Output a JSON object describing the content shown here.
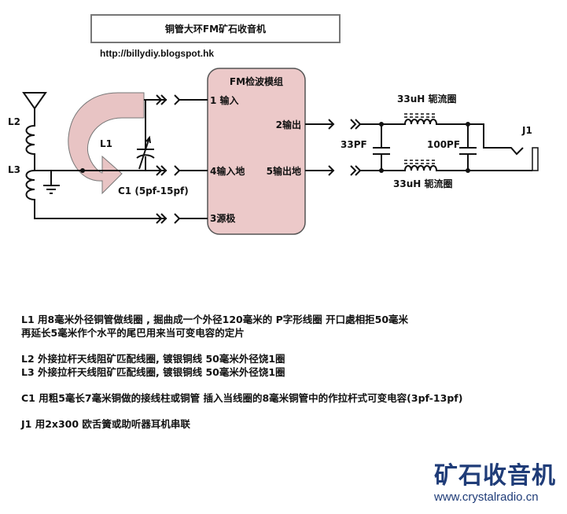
{
  "header": {
    "title": "铜管大环FM矿石收音机",
    "url": "http://billydiy.blogspot.hk"
  },
  "diagram": {
    "module": {
      "title": "FM检波模组",
      "pins": {
        "p1": "1 输入",
        "p4": "4输入地",
        "p3": "3源极",
        "p2": "2输出",
        "p5": "5输出地"
      }
    },
    "labels": {
      "l1": "L1",
      "l2": "L2",
      "l3": "L3",
      "c1": "C1 (5pf-15pf)",
      "choke_top": "33uH 轭流圈",
      "choke_bottom": "33uH 轭流圈",
      "cap_left": "33PF",
      "cap_right": "100PF",
      "j1": "J1"
    },
    "colors": {
      "module_fill": "#ecc9c9",
      "arrow_fill": "#e8c4c4",
      "logo": "#1f3c78"
    }
  },
  "notes": [
    "L1 用8毫米外径铜管做线圈 , 掘曲成一个外径120毫米的 P字形线圈 开口處相拒50毫米",
    "再延长5毫米作个水平的尾巴用来当可变电容的定片",
    "L2 外接拉杆天线阻矿匹配线圈, 镀银铜线 50毫米外径饶1圈",
    "L3 外接拉杆天线阻矿匹配线圈, 镀银铜线 50毫米外径饶1圈",
    "C1 用粗5毫长7毫米铜做的接线柱或铜管 插入当线圈的8毫米铜管中的作拉杆式可变电容(3pf-13pf)",
    "J1 用2x300 欧舌簧或助听器耳机串联"
  ],
  "logo": {
    "text": "矿石收音机",
    "url": "www.crystalradio.cn"
  }
}
